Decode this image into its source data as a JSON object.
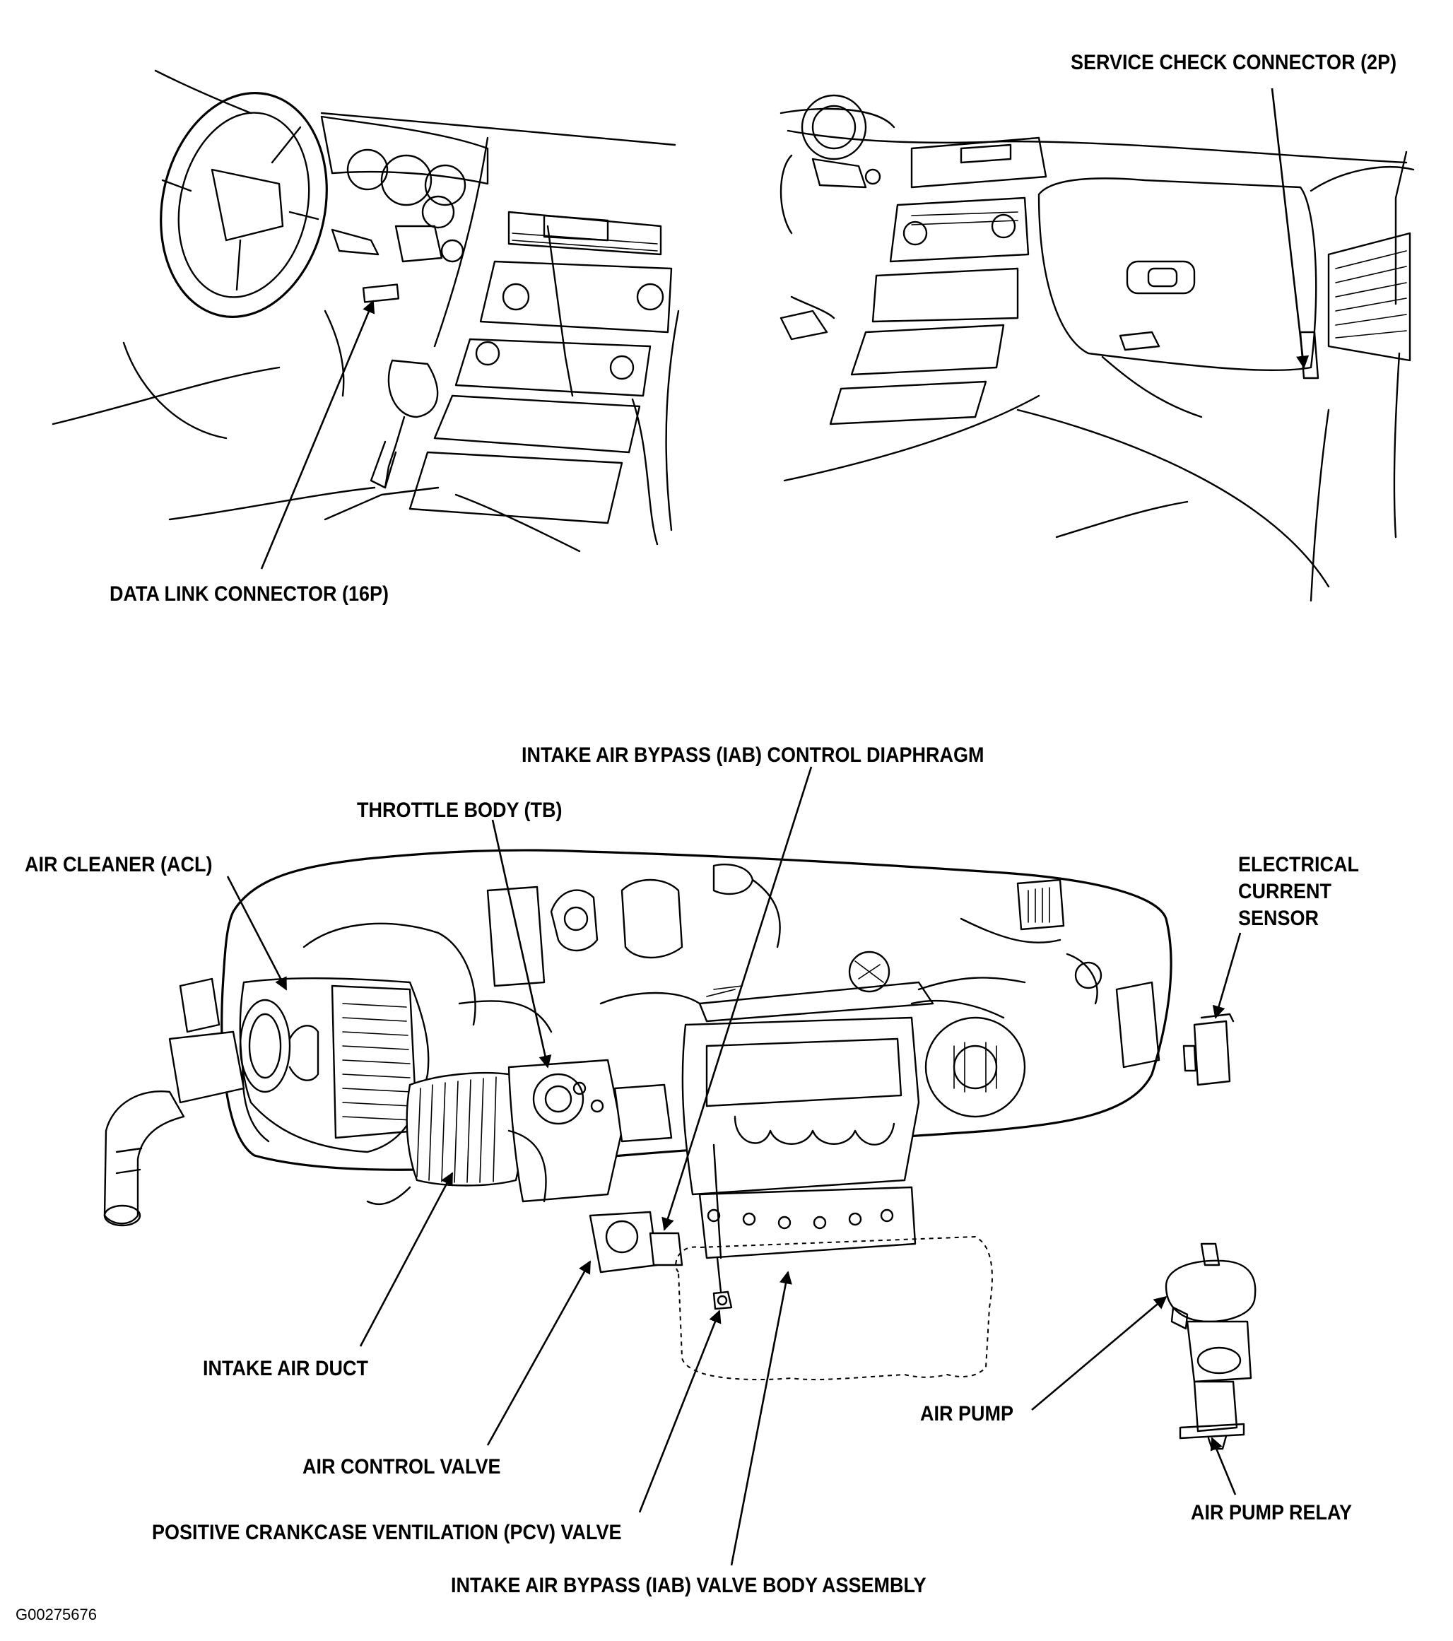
{
  "figure_id": "G00275676",
  "callouts": {
    "data_link_connector": "DATA LINK CONNECTOR (16P)",
    "service_check_connector": "SERVICE CHECK CONNECTOR (2P)",
    "iab_control_diaphragm": "INTAKE AIR BYPASS (IAB) CONTROL DIAPHRAGM",
    "throttle_body": "THROTTLE BODY (TB)",
    "air_cleaner": "AIR CLEANER (ACL)",
    "electrical_current_sensor": [
      "ELECTRICAL",
      "CURRENT",
      "SENSOR"
    ],
    "intake_air_duct": "INTAKE AIR DUCT",
    "air_control_valve": "AIR CONTROL VALVE",
    "pcv_valve": "POSITIVE CRANKCASE VENTILATION (PCV) VALVE",
    "iab_valve_body_assembly": "INTAKE AIR BYPASS (IAB) VALVE BODY ASSEMBLY",
    "air_pump": "AIR PUMP",
    "air_pump_relay": "AIR PUMP RELAY"
  }
}
